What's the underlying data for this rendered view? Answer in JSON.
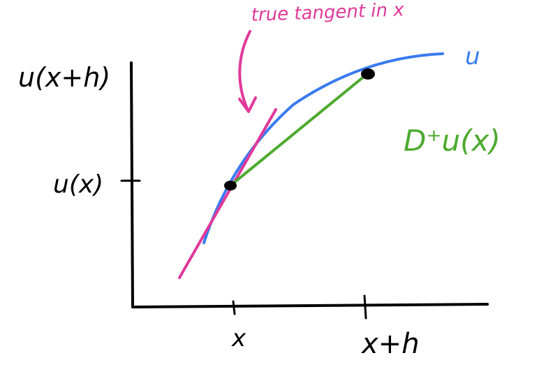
{
  "labels": {
    "tangent_annotation": "true tangent in x",
    "curve_name": "u",
    "difference_quotient": "D⁺u(x)",
    "y_upper": "u(x+h)",
    "y_lower": "u(x)",
    "x_left": "x",
    "x_right": "x+h"
  },
  "colors": {
    "axes": "#000000",
    "curve": "#3a7bf0",
    "tangent": "#e0399a",
    "secant": "#4caa2e",
    "points": "#000000"
  }
}
